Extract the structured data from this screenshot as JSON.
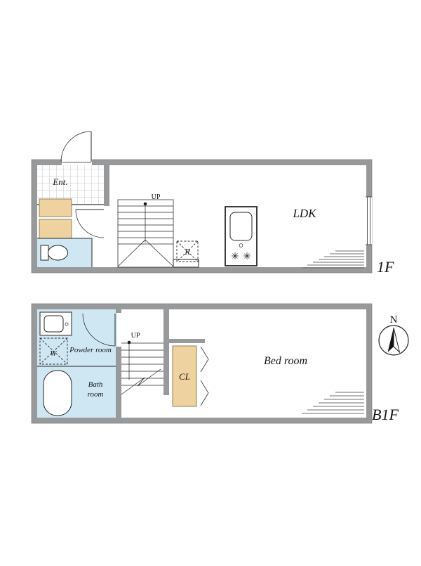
{
  "colors": {
    "wall": "#97999b",
    "wall-edge": "#7d7f81",
    "wet": "#cfe7f3",
    "cabinet": "#eed2a0",
    "line": "#262626",
    "hatch": "#6f6f6f",
    "tile": "#c7c7c7"
  },
  "floor1": {
    "floor_label": "1F",
    "entrance_label": "Ent.",
    "ldk_label": "LDK",
    "stairs_up_label": "UP",
    "refrigerator_label": "R"
  },
  "basement": {
    "floor_label": "B1F",
    "powder_room_label": "Powder room",
    "bath_room": {
      "line1": "Bath",
      "line2": "room"
    },
    "closet_label": "CL",
    "bedroom_label": "Bed room",
    "stairs_up_label": "UP",
    "washer_label": "W"
  },
  "compass": {
    "north_label": "N"
  }
}
